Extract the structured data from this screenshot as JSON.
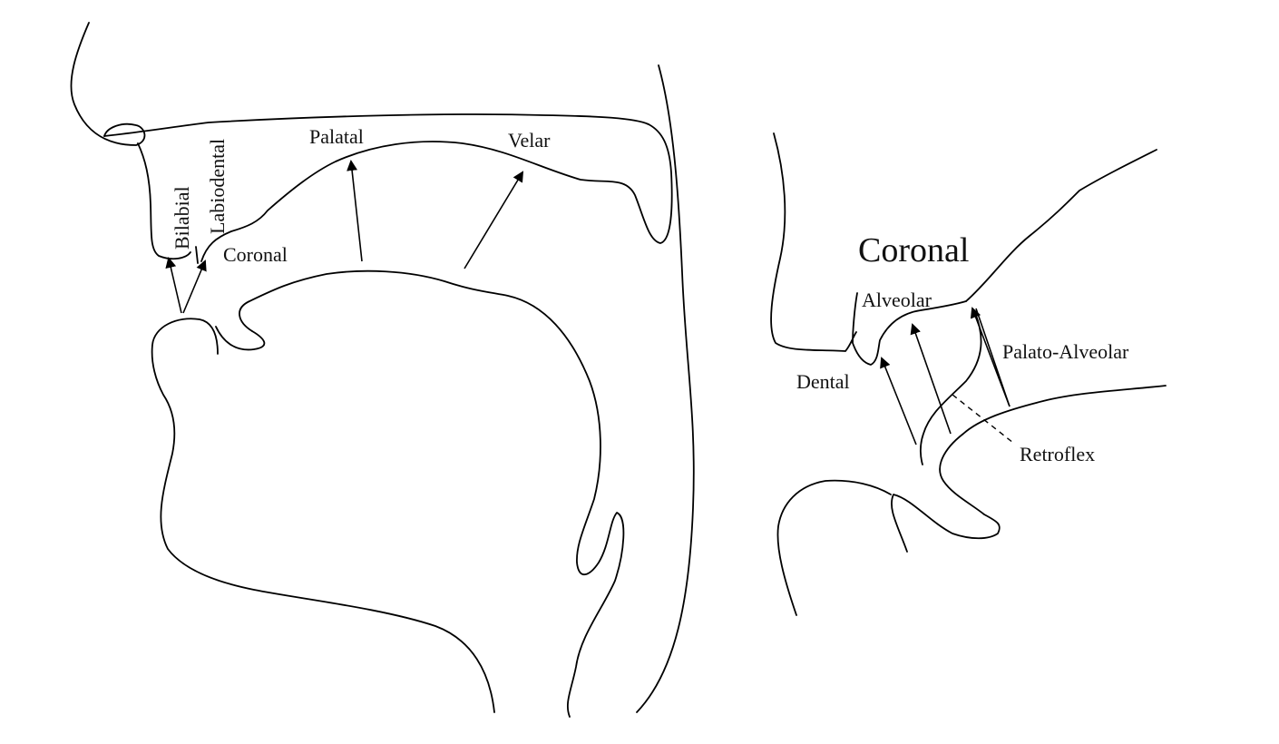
{
  "left_panel": {
    "labels": {
      "bilabial": "Bilabial",
      "labiodental": "Labiodental",
      "coronal": "Coronal",
      "palatal": "Palatal",
      "velar": "Velar"
    }
  },
  "right_panel": {
    "title": "Coronal",
    "labels": {
      "alveolar": "Alveolar",
      "dental": "Dental",
      "palato_alveolar": "Palato-Alveolar",
      "retroflex": "Retroflex"
    }
  },
  "colors": {
    "line": "#000000",
    "text": "#111111",
    "background": "#ffffff"
  }
}
